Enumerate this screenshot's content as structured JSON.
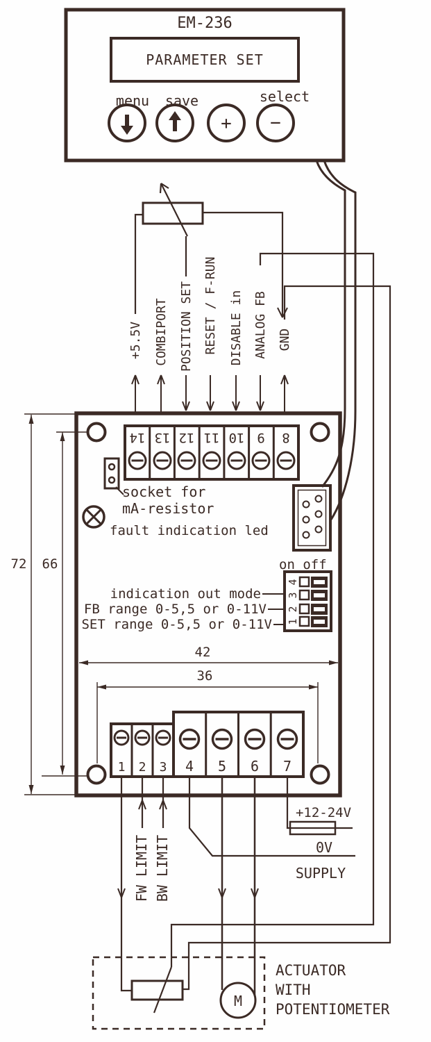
{
  "colors": {
    "ink": "#3b2a25",
    "background": "#fefefe"
  },
  "controller": {
    "title": "EM-236",
    "display_text": "PARAMETER SET",
    "btn_menu": "menu",
    "btn_save": "save",
    "btn_select": "select",
    "plus": "+",
    "minus": "−"
  },
  "wires": {
    "v55": "+5.5V",
    "combiport": "COMBIPORT",
    "position_set": "POSITION SET",
    "reset": "RESET / F-RUN",
    "disable": "DISABLE in",
    "analog_fb": "ANALOG FB",
    "gnd": "GND"
  },
  "terminals": {
    "top": [
      "14",
      "13",
      "12",
      "11",
      "10",
      "9",
      "8"
    ],
    "bottom": [
      "1",
      "2",
      "3",
      "4",
      "5",
      "6",
      "7"
    ]
  },
  "notes": {
    "socket1": "socket for",
    "socket2": "mA-resistor",
    "led": "fault indication led",
    "on_off": "on off",
    "dip_numbers": [
      "4",
      "3",
      "2",
      "1"
    ],
    "dip1": "indication out mode",
    "dip2": "FB range 0-5,5 or 0-11V",
    "dip3": "SET range 0-5,5 or 0-11V"
  },
  "dims": {
    "h_outer": "72",
    "h_holes": "66",
    "w_outer": "42",
    "w_holes": "36"
  },
  "lower": {
    "fw": "FW LIMIT",
    "bw": "BW LIMIT",
    "supply_v": "+12-24V",
    "zero": "0V",
    "supply": "SUPPLY"
  },
  "actuator": {
    "l1": "ACTUATOR",
    "l2": "WITH",
    "l3": "POTENTIOMETER",
    "motor": "M"
  }
}
